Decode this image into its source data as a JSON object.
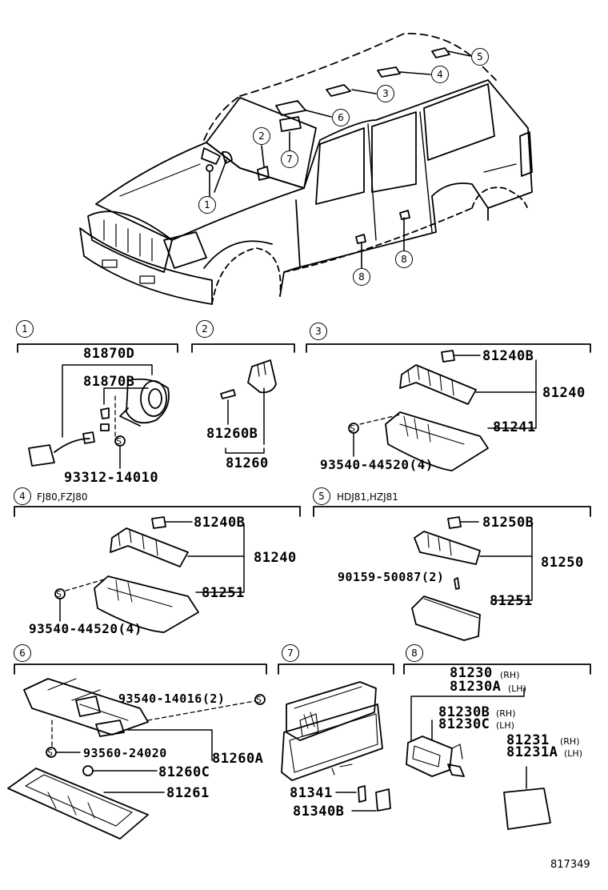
{
  "overview_callouts": {
    "c1": "1",
    "c2": "2",
    "c3": "3",
    "c4": "4",
    "c5": "5",
    "c6": "6",
    "c7": "7",
    "c8a": "8",
    "c8b": "8"
  },
  "sections": {
    "s1": {
      "num": "1"
    },
    "s2": {
      "num": "2"
    },
    "s3": {
      "num": "3"
    },
    "s4": {
      "num": "4",
      "note": "FJ80,FZJ80"
    },
    "s5": {
      "num": "5",
      "note": "HDJ81,HZJ81"
    },
    "s6": {
      "num": "6"
    },
    "s7": {
      "num": "7"
    },
    "s8": {
      "num": "8"
    }
  },
  "parts": {
    "p81870D": "81870D",
    "p81870B": "81870B",
    "p93312": "93312-14010",
    "p81260B": "81260B",
    "p81260": "81260",
    "p81240B_a": "81240B",
    "p81240_a": "81240",
    "p81241": "81241",
    "p93540_a": "93540-44520(4)",
    "p81240B_b": "81240B",
    "p81240_b": "81240",
    "p81251_a": "81251",
    "p93540_b": "93540-44520(4)",
    "p81250B": "81250B",
    "p81250": "81250",
    "p90159": "90159-50087(2)",
    "p81251_b": "81251",
    "p93540_14016": "93540-14016(2)",
    "p93560": "93560-24020",
    "p81260A": "81260A",
    "p81260C": "81260C",
    "p81261": "81261",
    "p81341": "81341",
    "p81340B": "81340B",
    "p81230": "81230",
    "p81230_rh": "(RH)",
    "p81230A": "81230A",
    "p81230A_lh": "(LH)",
    "p81230B": "81230B",
    "p81230B_rh": "(RH)",
    "p81230C": "81230C",
    "p81230C_lh": "(LH)",
    "p81231": "81231",
    "p81231_rh": "(RH)",
    "p81231A": "81231A",
    "p81231A_lh": "(LH)"
  },
  "doc_number": "817349"
}
